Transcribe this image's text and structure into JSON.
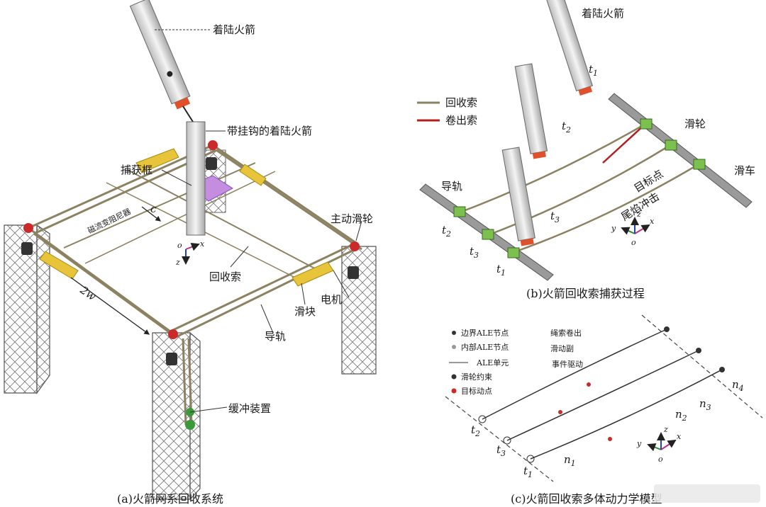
{
  "panel_a": {
    "caption": "(a)火箭网系回收系统",
    "labels": {
      "landing_rocket": "着陆火箭",
      "hook_rocket": "带挂钩的着陆火箭",
      "capture_frame": "捕获框",
      "c": "c",
      "damper": "磁流变阻尼器",
      "active_pulley": "主动滑轮",
      "recovery_cable": "回收索",
      "two_w": "2w",
      "motor": "电机",
      "slider": "滑块",
      "guide_rail": "导轨",
      "buffer": "缓冲装置"
    }
  },
  "panel_b": {
    "caption": "(b)火箭回收索捕获过程",
    "legend": [
      {
        "label": "回收索",
        "color": "#8c8262"
      },
      {
        "label": "卷出索",
        "color": "#b02020"
      }
    ],
    "labels": {
      "landing_rocket": "着陆火箭",
      "pulley": "滑轮",
      "trolley": "滑车",
      "guide_rail": "导轨",
      "target_point": "目标点",
      "plume": "尾焰冲击",
      "t1": "t",
      "t1_sub": "1",
      "t2": "t",
      "t2_sub": "2",
      "t3": "t",
      "t3_sub": "3",
      "rt1": "t",
      "rt1_sub": "1",
      "rt2": "t",
      "rt2_sub": "2",
      "rt3": "t",
      "rt3_sub": "3"
    }
  },
  "panel_c": {
    "caption": "(c)火箭回收索多体动力学模型",
    "legend_left": [
      "边界ALE节点",
      "内部ALE节点",
      "ALE单元",
      "滑轮约束",
      "目标动点"
    ],
    "legend_right": [
      "绳索卷出",
      "滑动副",
      "事件驱动"
    ],
    "labels": {
      "t1": "t",
      "t1_sub": "1",
      "t2": "t",
      "t2_sub": "2",
      "t3": "t",
      "t3_sub": "3",
      "n1": "n",
      "n1_sub": "1",
      "n2": "n",
      "n2_sub": "2",
      "n3": "n",
      "n3_sub": "3",
      "n4": "n",
      "n4_sub": "4"
    }
  },
  "axes": {
    "x": "x",
    "y": "y",
    "z": "z",
    "o": "o"
  },
  "colors": {
    "cable": "#8c8262",
    "payout": "#b02020",
    "slider": "#e8c43a",
    "rocket": "#d9d9d9",
    "green": "#3a9a3a",
    "red_node": "#cc2a2a",
    "purple": "#c48de0"
  }
}
